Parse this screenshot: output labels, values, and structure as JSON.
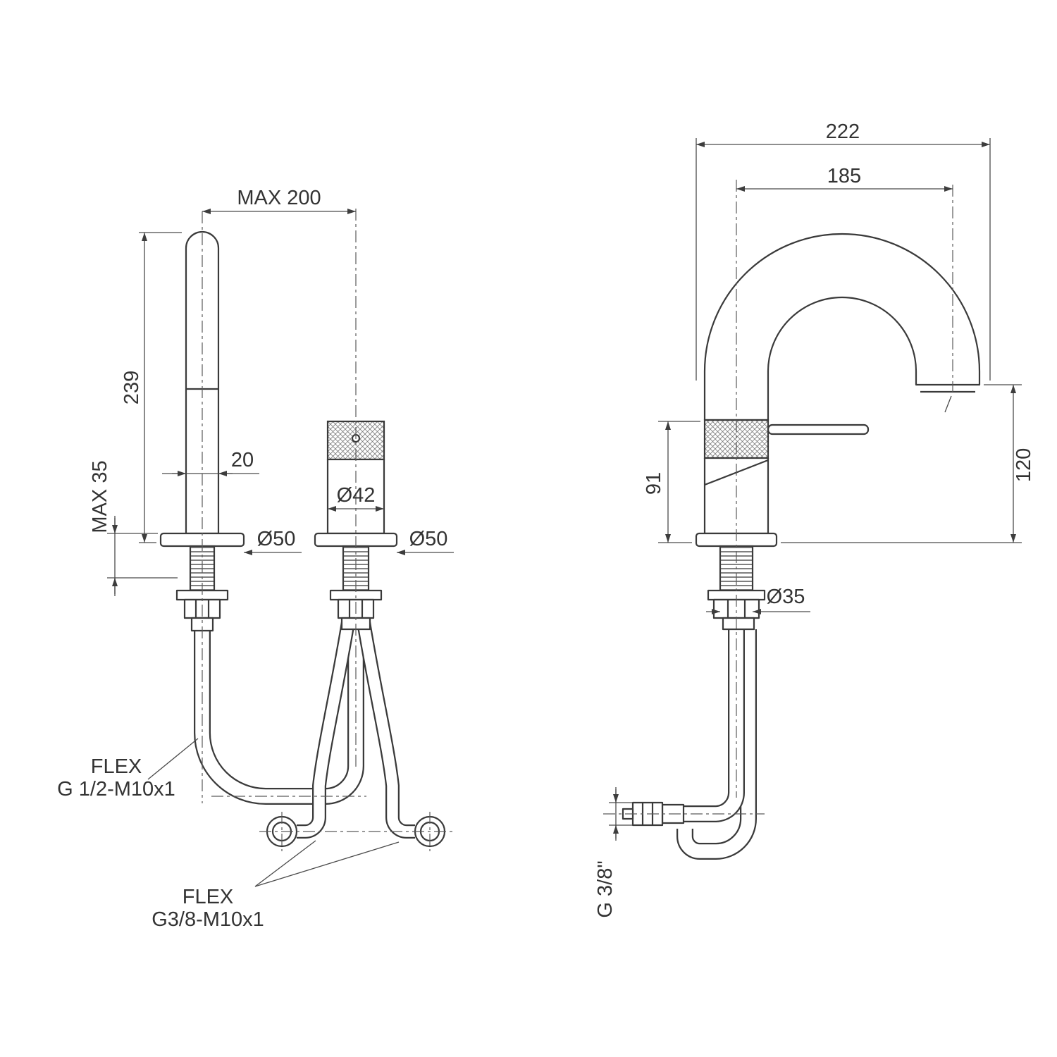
{
  "front_view": {
    "dims": {
      "max_reach": "MAX 200",
      "spout_height": "239",
      "spout_diameter": "20",
      "max_counter_thickness": "MAX 35",
      "spout_flange_diameter": "Ø50",
      "body_diameter": "Ø42",
      "body_flange_diameter": "Ø50"
    },
    "labels": {
      "flex_spout_line1": "FLEX",
      "flex_spout_line2": "G 1/2-M10x1",
      "flex_supply_line1": "FLEX",
      "flex_supply_line2": "G3/8-M10x1"
    }
  },
  "side_view": {
    "dims": {
      "overall_depth": "222",
      "spout_reach": "185",
      "body_height": "91",
      "outlet_height": "120",
      "shank_diameter": "Ø35",
      "supply_thread": "G 3/8\""
    }
  }
}
